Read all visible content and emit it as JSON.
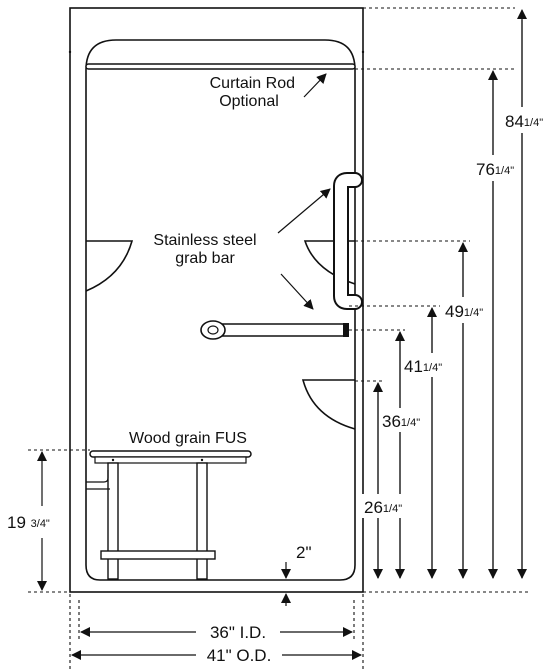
{
  "labels": {
    "curtain_line1": "Curtain Rod",
    "curtain_line2": "Optional",
    "grab_line1": "Stainless steel",
    "grab_line2": "grab bar",
    "seat": "Wood grain FUS"
  },
  "dimensions": {
    "d84_whole": "84",
    "d84_frac": "1/4\"",
    "d76_whole": "76",
    "d76_frac": "1/4\"",
    "d49_whole": "49",
    "d49_frac": "1/4\"",
    "d41_whole": "41",
    "d41_frac": "1/4\"",
    "d36_whole": "36",
    "d36_frac": "1/4\"",
    "d26_whole": "26",
    "d26_frac": "1/4\"",
    "d19_whole": "19 ",
    "d19_frac": "3/4\"",
    "d2": "2\"",
    "id": "36\" I.D.",
    "od": "41\" O.D."
  }
}
